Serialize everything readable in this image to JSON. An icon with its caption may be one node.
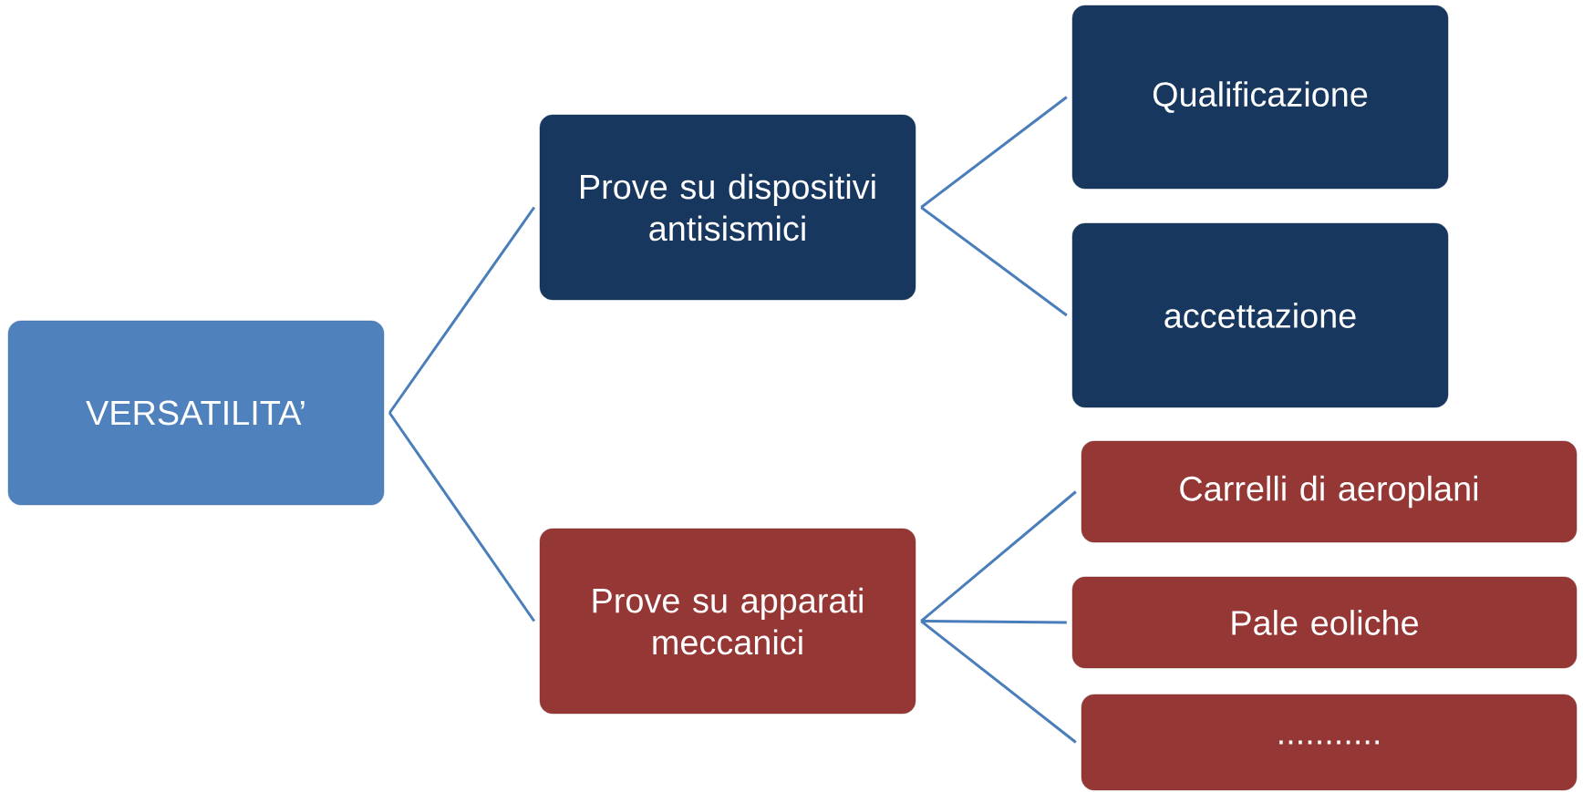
{
  "diagram": {
    "nodes": [
      {
        "text": [
          "VERSATILITA’"
        ]
      },
      {
        "text": [
          "Prove su dispositivi antisismici"
        ]
      },
      {
        "text": [
          "Qualificazione"
        ]
      },
      {
        "text": [
          "accettazione"
        ]
      },
      {
        "text": [
          "Prove su apparati meccanici"
        ]
      },
      {
        "text": [
          "Carrelli di aeroplani"
        ]
      },
      {
        "text": [
          "Pale eoliche"
        ]
      },
      {
        "text": [
          "..........."
        ]
      }
    ],
    "edges": [
      {
        "from": 0,
        "to": 1,
        "arrow": "none"
      },
      {
        "from": 0,
        "to": 4,
        "arrow": "none"
      },
      {
        "from": 1,
        "to": 2,
        "arrow": "none"
      },
      {
        "from": 1,
        "to": 3,
        "arrow": "none"
      },
      {
        "from": 4,
        "to": 5,
        "arrow": "none"
      },
      {
        "from": 4,
        "to": 6,
        "arrow": "none"
      },
      {
        "from": 4,
        "to": 7,
        "arrow": "none"
      }
    ]
  }
}
